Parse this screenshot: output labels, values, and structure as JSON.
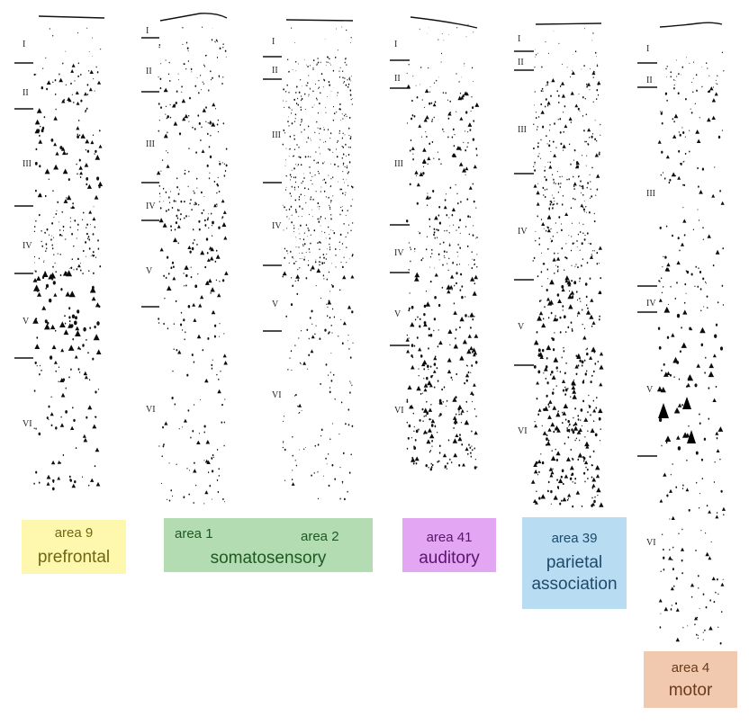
{
  "columns": [
    {
      "id": "area9",
      "layers": [
        "I",
        "II",
        "III",
        "IV",
        "V",
        "VI"
      ]
    },
    {
      "id": "area1",
      "layers": [
        "I",
        "II",
        "III",
        "IV",
        "V",
        "VI"
      ]
    },
    {
      "id": "area2",
      "layers": [
        "I",
        "II",
        "III",
        "IV",
        "V",
        "VI"
      ]
    },
    {
      "id": "area41",
      "layers": [
        "I",
        "II",
        "III",
        "IV",
        "V",
        "VI"
      ]
    },
    {
      "id": "area39",
      "layers": [
        "I",
        "II",
        "III",
        "IV",
        "V",
        "VI"
      ]
    },
    {
      "id": "area4",
      "layers": [
        "I",
        "II",
        "III",
        "IV",
        "V",
        "VI"
      ]
    }
  ],
  "labels": {
    "prefrontal": {
      "area": "area 9",
      "name": "prefrontal",
      "bg": "#fdf8ae",
      "color": "#6b6a12"
    },
    "somatosensory": {
      "area_a": "area 1",
      "area_b": "area 2",
      "name": "somatosensory",
      "bg": "#b4dcb2",
      "color": "#1d5a23"
    },
    "auditory": {
      "area": "area 41",
      "name": "auditory",
      "bg": "#e3a6f2",
      "color": "#5b1470"
    },
    "parietal": {
      "area": "area 39",
      "name": "parietal",
      "name2": "association",
      "bg": "#b8dcf2",
      "color": "#1e4a6c"
    },
    "motor": {
      "area": "area 4",
      "name": "motor",
      "bg": "#f1c9ae",
      "color": "#6b3a1c"
    }
  }
}
